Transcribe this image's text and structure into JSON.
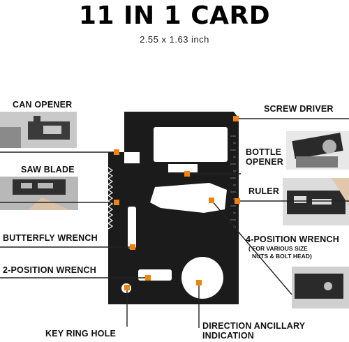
{
  "header": {
    "title": "11 IN 1 CARD",
    "dimensions": "2.55  x  1.63 inch"
  },
  "labels": {
    "can_opener": "CAN OPENER",
    "saw_blade": "SAW BLADE",
    "butterfly_wrench": "BUTTERFLY WRENCH",
    "two_position_wrench": "2-POSITION WRENCH",
    "key_ring_hole": "KEY RING HOLE",
    "direction_line1": "DIRECTION ANCILLARY",
    "direction_line2": "INDICATION",
    "screw_driver": "SCREW DRIVER",
    "bottle_opener_line1": "BOTTLE",
    "bottle_opener_line2": "OPENER",
    "ruler": "RULER",
    "four_position_wrench": "4-POSITION WRENCH",
    "four_position_note_line1": "( FOR VARIOUS SIZE",
    "four_position_note_line2": "NUTS & BOLT HEAD)"
  },
  "colors": {
    "accent": "#f0820f",
    "card": "#1b1b1b",
    "line": "#222222"
  }
}
